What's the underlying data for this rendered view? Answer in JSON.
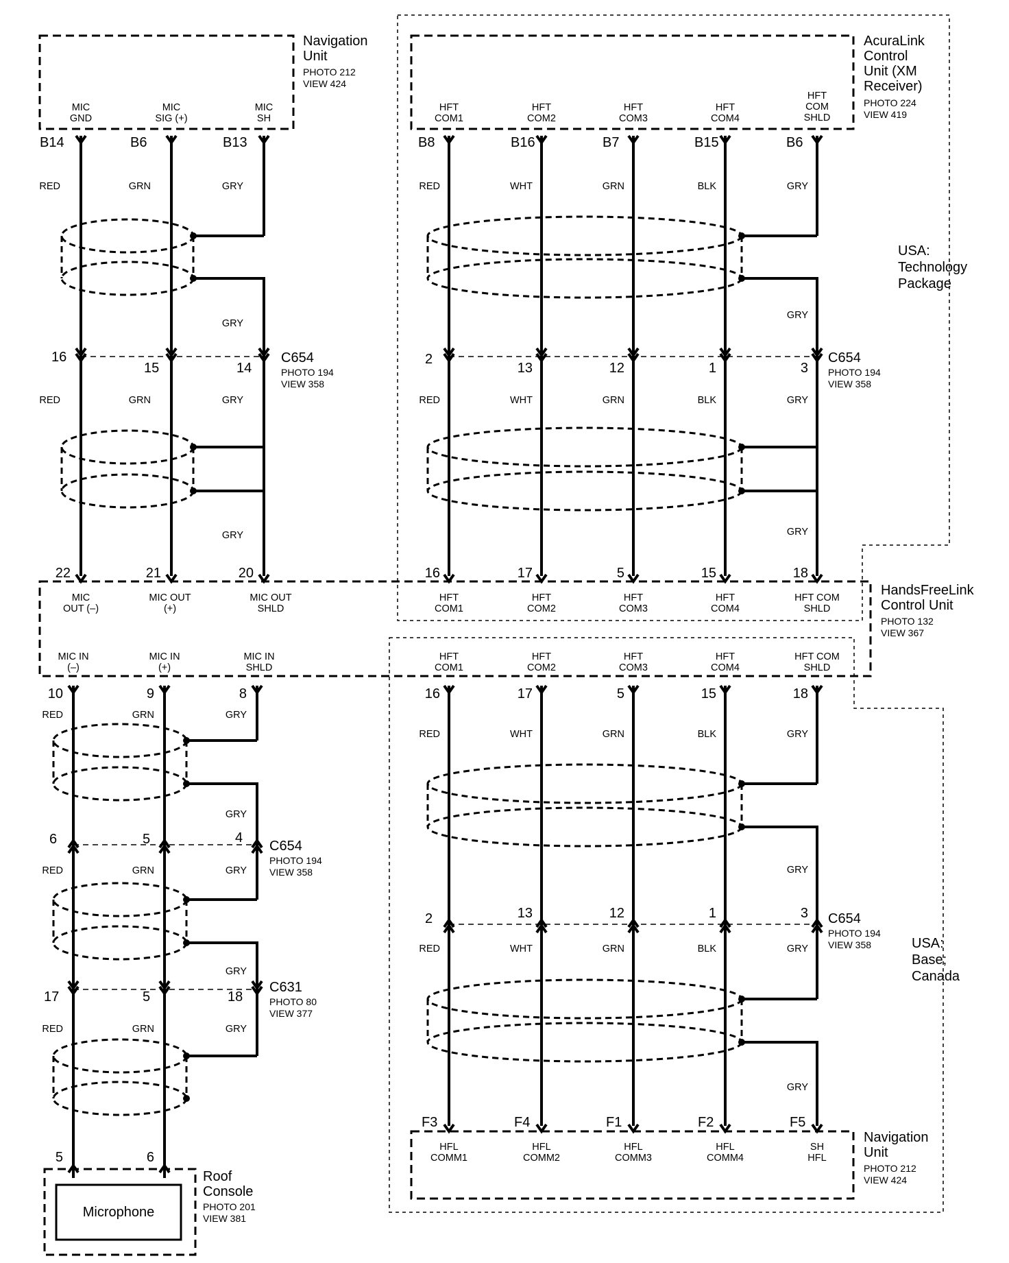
{
  "components": {
    "nav_top": {
      "title": [
        "Navigation",
        "Unit"
      ],
      "ref": [
        "PHOTO 212",
        "VIEW 424"
      ]
    },
    "acuralink": {
      "title": [
        "AcuraLink",
        "Control",
        "Unit (XM",
        "Receiver)"
      ],
      "ref": [
        "PHOTO 224",
        "VIEW 419"
      ]
    },
    "hfl": {
      "title": [
        "HandsFreeLink",
        "Control Unit"
      ],
      "ref": [
        "PHOTO 132",
        "VIEW 367"
      ]
    },
    "nav_bottom": {
      "title": [
        "Navigation",
        "Unit"
      ],
      "ref": [
        "PHOTO 212",
        "VIEW 424"
      ]
    },
    "roof": {
      "title": [
        "Roof",
        "Console"
      ],
      "ref": [
        "PHOTO 201",
        "VIEW 381"
      ],
      "inner": "Microphone"
    }
  },
  "zones": {
    "tech": [
      "USA:",
      "Technology",
      "Package"
    ],
    "base": [
      "USA:",
      "Base;",
      "Canada"
    ]
  },
  "left": {
    "nav_pins": [
      {
        "pin": "B14",
        "label": [
          "MIC",
          "GND"
        ],
        "color": "RED"
      },
      {
        "pin": "B6",
        "label": [
          "MIC",
          "SIG (+)"
        ],
        "color": "GRN"
      },
      {
        "pin": "B13",
        "label": [
          "MIC",
          "SH"
        ],
        "color": "GRY"
      }
    ],
    "drain_color_1": "GRY",
    "c654": {
      "name": "C654",
      "ref": [
        "PHOTO 194",
        "VIEW 358"
      ],
      "pins": [
        "16",
        "15",
        "14"
      ],
      "colors": [
        "RED",
        "GRN",
        "GRY"
      ]
    },
    "drain_color_2": "GRY",
    "hfl_out_pins": [
      {
        "pin": "22",
        "label": [
          "MIC",
          "OUT (–)"
        ]
      },
      {
        "pin": "21",
        "label": [
          "MIC OUT",
          "(+)"
        ]
      },
      {
        "pin": "20",
        "label": [
          "MIC OUT",
          "SHLD"
        ]
      }
    ],
    "hfl_in_pins": [
      {
        "pin": "10",
        "label": [
          "MIC IN",
          "(–)"
        ],
        "color": "RED"
      },
      {
        "pin": "9",
        "label": [
          "MIC IN",
          "(+)"
        ],
        "color": "GRN"
      },
      {
        "pin": "8",
        "label": [
          "MIC IN",
          "SHLD"
        ],
        "color": "GRY"
      }
    ],
    "drain_color_3": "GRY",
    "c654_b": {
      "name": "C654",
      "ref": [
        "PHOTO 194",
        "VIEW 358"
      ],
      "pins": [
        "6",
        "5",
        "4"
      ],
      "colors": [
        "RED",
        "GRN",
        "GRY"
      ]
    },
    "drain_color_4": "GRY",
    "c631": {
      "name": "C631",
      "ref": [
        "PHOTO 80",
        "VIEW 377"
      ],
      "pins": [
        "17",
        "5",
        "18"
      ],
      "colors": [
        "RED",
        "GRN",
        "GRY"
      ]
    },
    "mic_pins": [
      "5",
      "6"
    ]
  },
  "right_top": {
    "acura_pins": [
      {
        "pin": "B8",
        "label": [
          "HFT",
          "COM1"
        ],
        "color": "RED"
      },
      {
        "pin": "B16",
        "label": [
          "HFT",
          "COM2"
        ],
        "color": "WHT"
      },
      {
        "pin": "B7",
        "label": [
          "HFT",
          "COM3"
        ],
        "color": "GRN"
      },
      {
        "pin": "B15",
        "label": [
          "HFT",
          "COM4"
        ],
        "color": "BLK"
      },
      {
        "pin": "B6",
        "label": [
          "HFT",
          "COM",
          "SHLD"
        ],
        "color": "GRY"
      }
    ],
    "drain_color_1": "GRY",
    "c654": {
      "name": "C654",
      "ref": [
        "PHOTO 194",
        "VIEW 358"
      ],
      "pins": [
        "2",
        "13",
        "12",
        "1",
        "3"
      ],
      "colors": [
        "RED",
        "WHT",
        "GRN",
        "BLK",
        "GRY"
      ]
    },
    "drain_color_2": "GRY",
    "hfl_pins": [
      {
        "pin": "16",
        "label": [
          "HFT",
          "COM1"
        ]
      },
      {
        "pin": "17",
        "label": [
          "HFT",
          "COM2"
        ]
      },
      {
        "pin": "5",
        "label": [
          "HFT",
          "COM3"
        ]
      },
      {
        "pin": "15",
        "label": [
          "HFT",
          "COM4"
        ]
      },
      {
        "pin": "18",
        "label": [
          "HFT COM",
          "SHLD"
        ]
      }
    ]
  },
  "right_bottom": {
    "hfl_pins": [
      {
        "pin": "16",
        "label": [
          "HFT",
          "COM1"
        ],
        "color": "RED"
      },
      {
        "pin": "17",
        "label": [
          "HFT",
          "COM2"
        ],
        "color": "WHT"
      },
      {
        "pin": "5",
        "label": [
          "HFT",
          "COM3"
        ],
        "color": "GRN"
      },
      {
        "pin": "15",
        "label": [
          "HFT",
          "COM4"
        ],
        "color": "BLK"
      },
      {
        "pin": "18",
        "label": [
          "HFT COM",
          "SHLD"
        ],
        "color": "GRY"
      }
    ],
    "drain_color_1": "GRY",
    "c654": {
      "name": "C654",
      "ref": [
        "PHOTO 194",
        "VIEW 358"
      ],
      "pins": [
        "2",
        "13",
        "12",
        "1",
        "3"
      ],
      "colors": [
        "RED",
        "WHT",
        "GRN",
        "BLK",
        "GRY"
      ]
    },
    "drain_color_2": "GRY",
    "nav_pins": [
      {
        "pin": "F3",
        "label": [
          "HFL",
          "COMM1"
        ]
      },
      {
        "pin": "F4",
        "label": [
          "HFL",
          "COMM2"
        ]
      },
      {
        "pin": "F1",
        "label": [
          "HFL",
          "COMM3"
        ]
      },
      {
        "pin": "F2",
        "label": [
          "HFL",
          "COMM4"
        ]
      },
      {
        "pin": "F5",
        "label": [
          "SH",
          "HFL"
        ]
      }
    ]
  }
}
